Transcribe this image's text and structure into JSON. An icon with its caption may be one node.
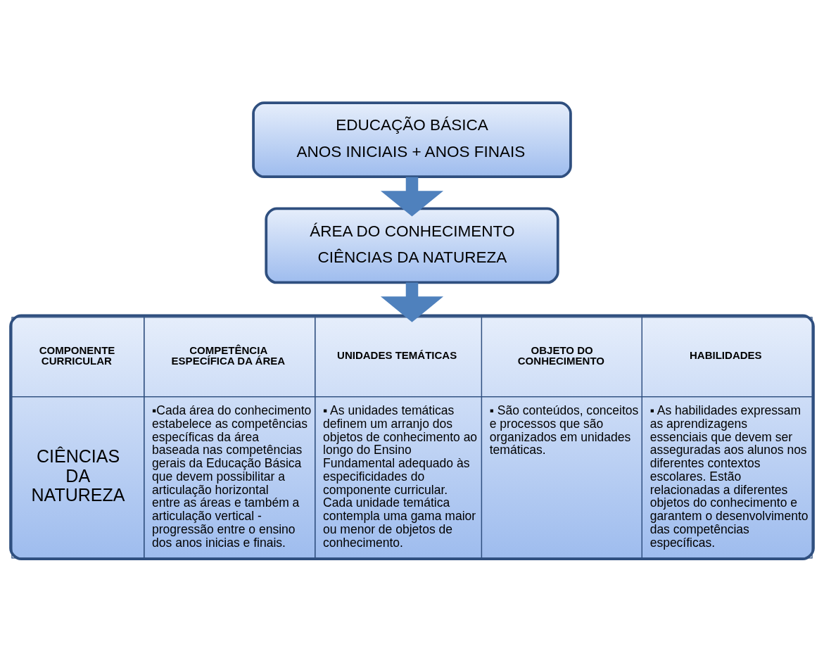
{
  "diagram": {
    "nodes": [
      {
        "text": [
          "EDUCAÇÃO BÁSICA",
          "ANOS INICIAIS + ANOS FINAIS"
        ]
      },
      {
        "text": [
          "ÁREA DO CONHECIMENTO",
          "CIÊNCIAS DA NATUREZA"
        ]
      },
      {
        "text": [
          "COMPONENTE CURRICULAR",
          "COMPETÊNCIA ESPECÍFICA DA ÁREA",
          "UNIDADES TEMÁTICAS",
          "OBJETO DO CONHECIMENTO",
          "HABILIDADES",
          "CIÊNCIAS DA NATUREZA",
          "▪Cada área do conhecimento estabelece as competências específicas da área baseada nas competências gerais da Educação Básica que devem possibilitar a articulação horizontal entre as áreas e também a articulação vertical - progressão entre o ensino dos anos inicias e finais.",
          "▪ As unidades temáticas definem um arranjo dos objetos de conhecimento ao longo do Ensino Fundamental adequado às especificidades do componente curricular. Cada unidade temática contempla uma gama maior ou menor de objetos de conhecimento.",
          "▪ São conteúdos, conceitos e processos que são organizados em unidades temáticas.",
          "▪ As habilidades expressam as aprendizagens essenciais que devem ser asseguradas aos alunos nos diferentes contextos escolares. Estão relacionadas a diferentes objetos do conhecimento e garantem o desenvolvimento das competências específicas."
        ]
      }
    ],
    "edges": [
      {
        "from": 0,
        "to": 1,
        "arrow": "to"
      },
      {
        "from": 1,
        "to": 2,
        "arrow": "to"
      }
    ]
  }
}
